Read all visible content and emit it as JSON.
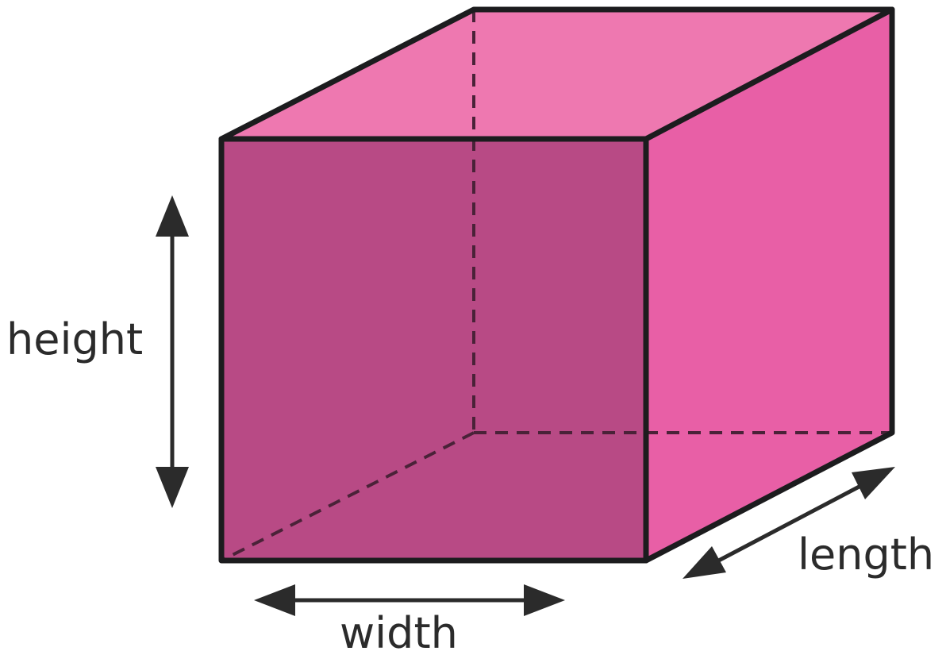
{
  "labels": {
    "height": "height",
    "width": "width",
    "length": "length"
  },
  "colors": {
    "front_face": "#b84a85",
    "top_face": "#ee78b0",
    "right_face": "#e85fa6",
    "outline": "#1c1c1e",
    "hidden_edge": "#4a2238",
    "arrow": "#2b2b2b"
  }
}
